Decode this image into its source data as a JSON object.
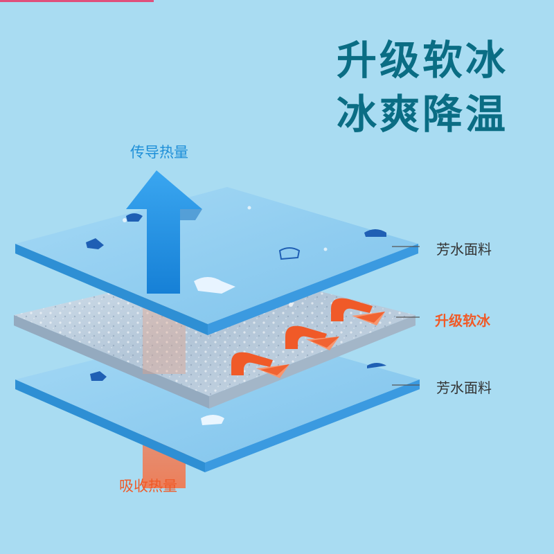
{
  "headline": {
    "line1": "升级软冰",
    "line2": "冰爽降温"
  },
  "labels": {
    "top_layer": "芳水面料",
    "middle_layer": "升级软冰",
    "bottom_layer": "芳水面料",
    "up_arrow": "传导热量",
    "down_text": "吸收热量"
  },
  "colors": {
    "background": "#a9dcf2",
    "headline": "#0a6d84",
    "fabric": "#8cccf0",
    "fabric_edge": "#2e8fd4",
    "ice": "#b9cbdb",
    "heat": "#f05a28",
    "up_arrow": "#1e8fd8"
  },
  "icons": [
    "up-arrow-icon",
    "heat-arrow-icon",
    "penguin-icon"
  ]
}
